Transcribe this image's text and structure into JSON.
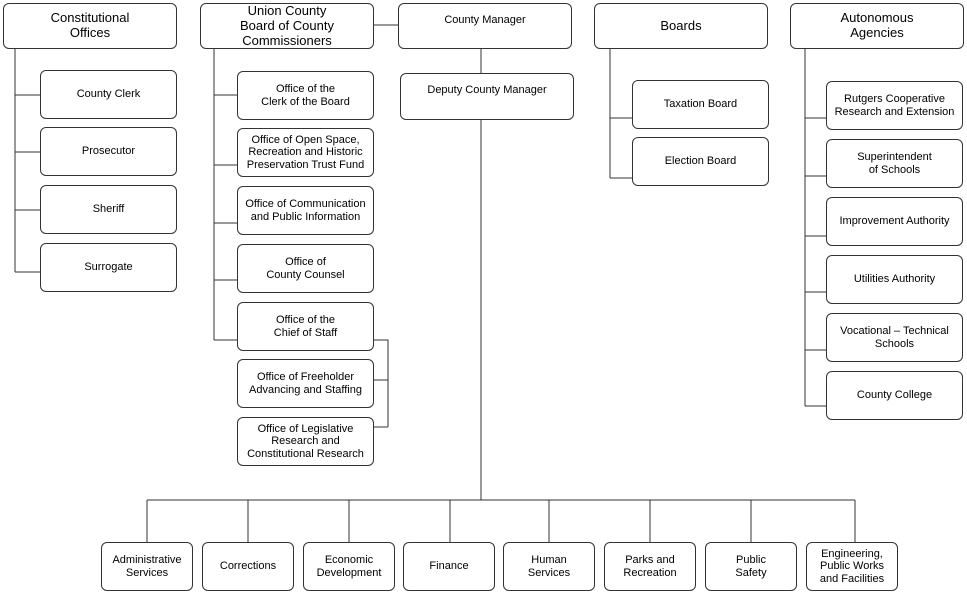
{
  "constitutional": {
    "title": "Constitutional\nOffices",
    "items": [
      "County Clerk",
      "Prosecutor",
      "Sheriff",
      "Surrogate"
    ]
  },
  "board": {
    "title": "Union County\nBoard of County\nCommissioners",
    "items": [
      "Office of the\nClerk of the Board",
      "Office of Open Space,\nRecreation and Historic\nPreservation Trust Fund",
      "Office of Communication\nand Public Information",
      "Office of\nCounty Counsel",
      "Office of the\nChief of Staff"
    ],
    "chief_of_staff_items": [
      "Office of Freeholder\nAdvancing and Staffing",
      "Office of Legislative\nResearch and\nConstitutional Research"
    ]
  },
  "manager": {
    "title": "County Manager",
    "deputy": "Deputy County Manager",
    "departments": [
      "Administrative\nServices",
      "Corrections",
      "Economic\nDevelopment",
      "Finance",
      "Human\nServices",
      "Parks and\nRecreation",
      "Public\nSafety",
      "Engineering,\nPublic Works\nand Facilities"
    ]
  },
  "boards": {
    "title": "Boards",
    "items": [
      "Taxation Board",
      "Election Board"
    ]
  },
  "autonomous": {
    "title": "Autonomous\nAgencies",
    "items": [
      "Rutgers Cooperative\nResearch and Extension",
      "Superintendent\nof Schools",
      "Improvement Authority",
      "Utilities Authority",
      "Vocational – Technical\nSchools",
      "County College"
    ]
  }
}
